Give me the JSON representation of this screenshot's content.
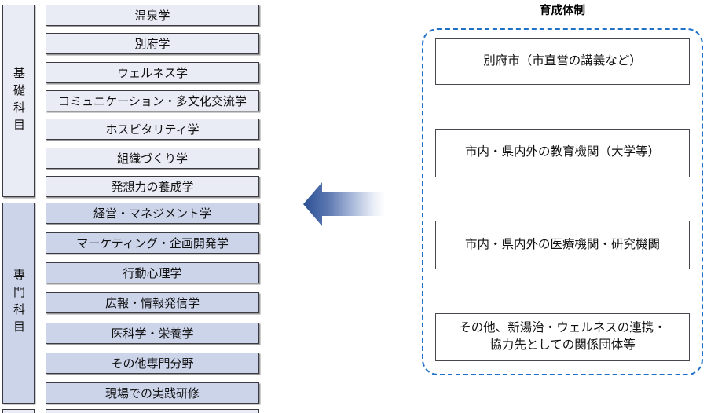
{
  "diagram": {
    "curriculum": {
      "sections": [
        {
          "label": "基礎科目",
          "subjects": [
            "温泉学",
            "別府学",
            "ウェルネス学",
            "コミュニケーション・多文化交流学",
            "ホスピタリティ学",
            "組織づくり学",
            "発想力の養成学"
          ]
        },
        {
          "label": "専門科目",
          "subjects": [
            "経営・マネジメント学",
            "マーケティング・企画開発学",
            "行動心理学",
            "広報・情報発信学",
            "医科学・栄養学",
            "その他専門分野",
            "現場での実践研修"
          ]
        }
      ]
    },
    "arrow": {
      "direction": "left",
      "gradient_start": "#2b5094",
      "gradient_end": "#ffffff"
    },
    "training": {
      "title": "育成体制",
      "frame_color": "#1f70c8",
      "items": [
        "別府市（市直営の講義など）",
        "市内・県内外の教育機関（大学等）",
        "市内・県内外の医療機関・研究機関",
        "その他、新湯治・ウェルネスの連携・\n協力先としての関係団体等"
      ]
    },
    "colors": {
      "basic_fill": "#e9ebf5",
      "specialized_fill": "#ccd4ea",
      "box_border": "#3a3a40"
    }
  }
}
